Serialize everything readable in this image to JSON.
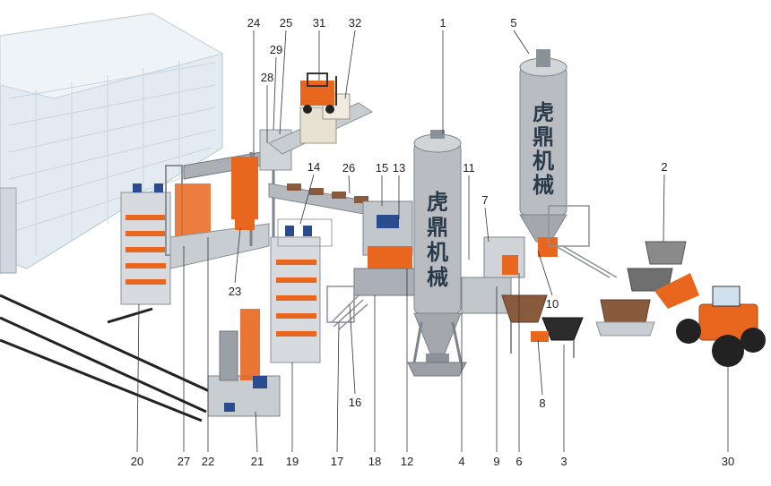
{
  "diagram": {
    "brand_characters": [
      "虎",
      "鼎",
      "机",
      "械"
    ],
    "callouts_top": [
      "24",
      "25",
      "31",
      "32",
      "1",
      "5"
    ],
    "callouts_mid": [
      "29",
      "28",
      "11",
      "2",
      "26",
      "15",
      "13",
      "7",
      "14",
      "23",
      "10",
      "16",
      "8"
    ],
    "callouts_bottom": [
      "20",
      "27",
      "22",
      "21",
      "19",
      "17",
      "18",
      "12",
      "4",
      "9",
      "6",
      "3",
      "30"
    ],
    "accent_colors": {
      "machine_orange": "#e8661e",
      "silo_grey": "#b9bcc0",
      "frame_grey": "#9aa0a6",
      "motor_blue": "#2a4b8d",
      "warehouse": "#dde6ee",
      "aggregate": "#8a5a3c"
    }
  }
}
